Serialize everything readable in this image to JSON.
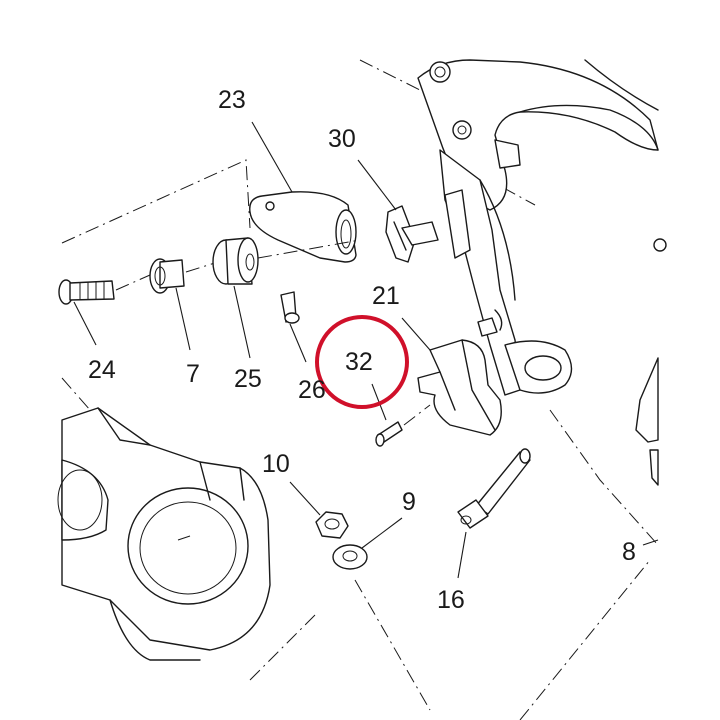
{
  "labels": {
    "l23": "23",
    "l30": "30",
    "l21": "21",
    "l24": "24",
    "l7": "7",
    "l25": "25",
    "l26": "26",
    "l32": "32",
    "l10": "10",
    "l9": "9",
    "l16": "16",
    "l8": "8"
  },
  "highlight": {
    "label": "32",
    "color": "#d0102a"
  },
  "colors": {
    "ink": "#1a1a1a",
    "background": "#ffffff"
  }
}
